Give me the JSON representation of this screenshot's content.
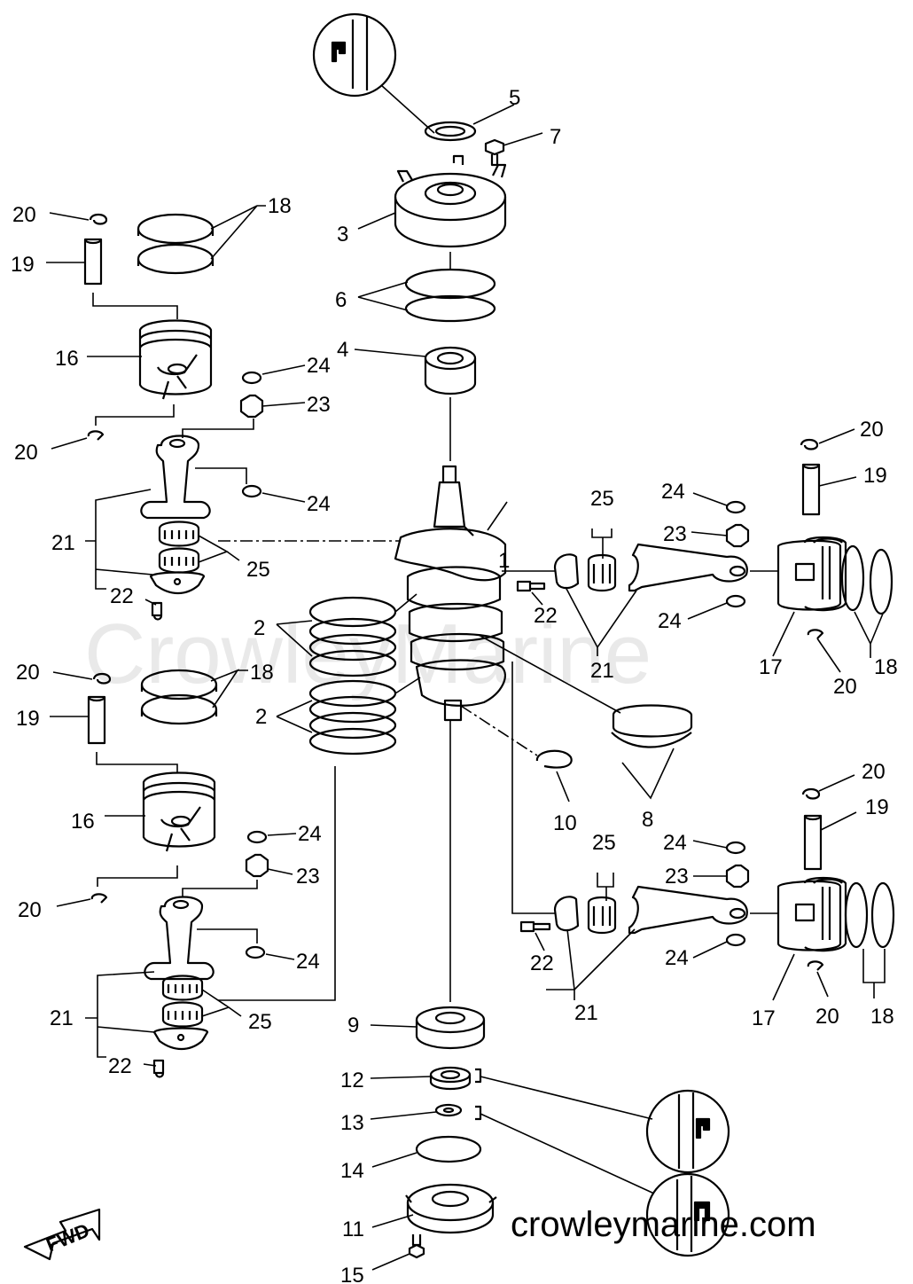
{
  "watermark": "CrowleyMarine",
  "website": "crowleymarine.com",
  "direction_label": "FWD",
  "callouts": {
    "c1": "1",
    "c2a": "2",
    "c2b": "2",
    "c3": "3",
    "c4": "4",
    "c5": "5",
    "c6": "6",
    "c7": "7",
    "c8": "8",
    "c9": "9",
    "c10": "10",
    "c11": "11",
    "c12": "12",
    "c13": "13",
    "c14": "14",
    "c15": "15",
    "c16a": "16",
    "c16b": "16",
    "c17a": "17",
    "c17b": "17",
    "c18a": "18",
    "c18b": "18",
    "c18c": "18",
    "c18d": "18",
    "c19a": "19",
    "c19b": "19",
    "c19c": "19",
    "c19d": "19",
    "c20a": "20",
    "c20b": "20",
    "c20c": "20",
    "c20d": "20",
    "c20e": "20",
    "c20f": "20",
    "c20g": "20",
    "c20h": "20",
    "c21a": "21",
    "c21b": "21",
    "c21c": "21",
    "c21d": "21",
    "c22a": "22",
    "c22b": "22",
    "c22c": "22",
    "c22d": "22",
    "c23a": "23",
    "c23b": "23",
    "c23c": "23",
    "c23d": "23",
    "c24a": "24",
    "c24b": "24",
    "c24c": "24",
    "c24d": "24",
    "c24e": "24",
    "c24f": "24",
    "c24g": "24",
    "c24h": "24",
    "c25a": "25",
    "c25b": "25",
    "c25c": "25",
    "c25d": "25"
  }
}
